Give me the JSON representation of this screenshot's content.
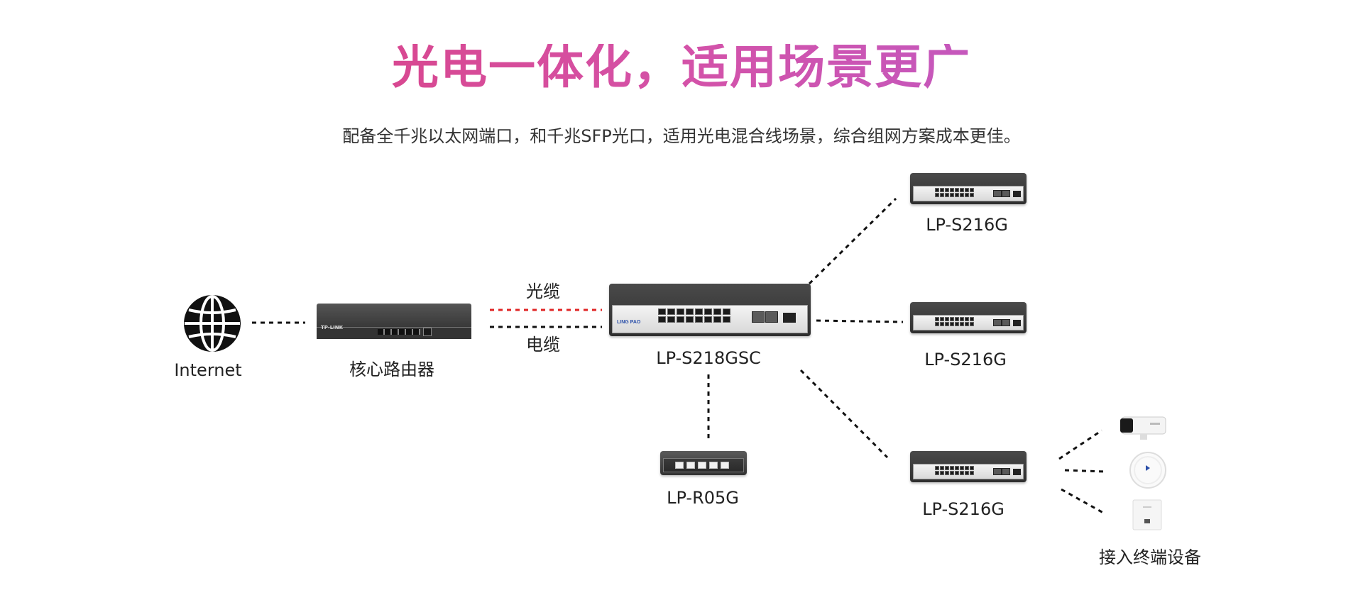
{
  "header": {
    "title": "光电一体化，适用场景更广",
    "subtitle": "配备全千兆以太网端口，和千兆SFP光口，适用光电混合线场景，综合组网方案成本更佳。"
  },
  "nodes": {
    "internet": "Internet",
    "core_router": "核心路由器",
    "main_switch": "LP-S218GSC",
    "switch_top": "LP-S216G",
    "switch_mid": "LP-S216G",
    "switch_bottom": "LP-S216G",
    "router_small": "LP-R05G",
    "endpoints": "接入终端设备"
  },
  "links": {
    "fiber_label": "光缆",
    "cable_label": "电缆"
  },
  "brand": {
    "router_logo": "TP-LINK",
    "switch_logo": "LING PAO"
  },
  "colors": {
    "fiber": "#e02424",
    "cable": "#111111",
    "title_start": "#dd3b72",
    "title_end": "#b05fd8"
  },
  "icons": [
    "globe-icon",
    "camera-icon",
    "access-point-icon",
    "panel-ap-icon"
  ]
}
